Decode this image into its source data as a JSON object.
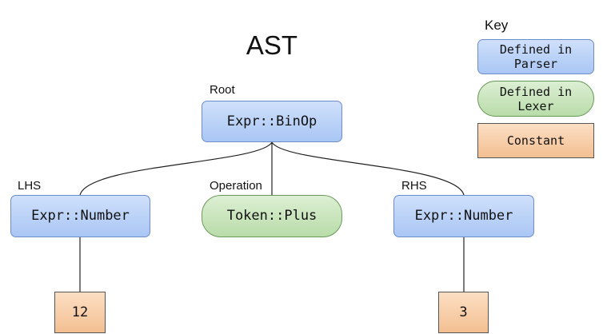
{
  "title": "AST",
  "key": {
    "title": "Key",
    "parser": "Defined in\nParser",
    "lexer": "Defined in\nLexer",
    "constant": "Constant"
  },
  "labels": {
    "root": "Root",
    "lhs": "LHS",
    "operation": "Operation",
    "rhs": "RHS"
  },
  "nodes": {
    "root": "Expr::BinOp",
    "lhs": "Expr::Number",
    "op": "Token::Plus",
    "rhs": "Expr::Number",
    "lhs_const": "12",
    "rhs_const": "3"
  },
  "colors": {
    "parser": "#a9c6f4",
    "lexer": "#b9dca9",
    "constant": "#f3bf91",
    "edge": "#222222"
  },
  "edges": [
    [
      "root",
      "lhs"
    ],
    [
      "root",
      "op"
    ],
    [
      "root",
      "rhs"
    ],
    [
      "lhs",
      "lhs_const"
    ],
    [
      "rhs",
      "rhs_const"
    ]
  ]
}
